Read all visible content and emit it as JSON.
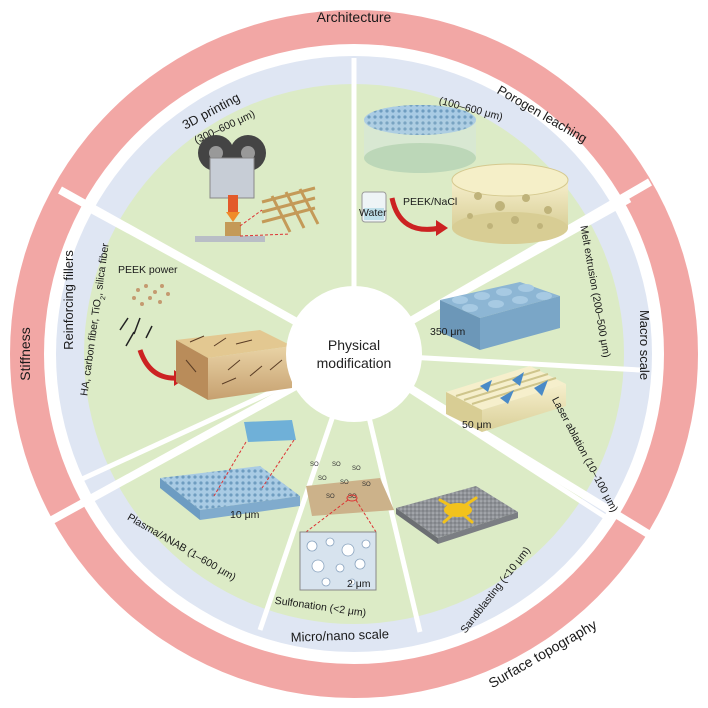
{
  "center": {
    "line1": "Physical",
    "line2": "modification"
  },
  "outer_ring": {
    "architecture": "Architecture",
    "stiffness": "Stiffness",
    "surface_topography": "Surface topography"
  },
  "middle_ring": {
    "reinforcing_fillers": "Reinforcing fillers",
    "macro_scale": "Macro scale",
    "micro_nano_scale": "Micro/nano scale"
  },
  "segments": {
    "printing_3d": "3D printing",
    "printing_3d_range": "(300–600 μm)",
    "porogen": "Porogen leaching",
    "porogen_range": "(100–600 μm)",
    "water": "Water",
    "peek_nacl": "PEEK/NaCl",
    "fillers_list": "HA, carbon fiber, TiO",
    "fillers_sub": "2",
    "fillers_rest": ", silica fiber",
    "peek_power": "PEEK power",
    "melt": "Melt extrusion (200–500 μm)",
    "melt_scale": "350 μm",
    "laser": "Laser ablation (10–100 μm)",
    "laser_scale": "50 μm",
    "sandblasting": "Sandblasting (<10 μm)",
    "sulfonation": "Sulfonation (<2 μm)",
    "sulfo_scale": "2 μm",
    "so3h": "SO",
    "plasma": "Plasma/ANAB (1–600 μm)",
    "plasma_scale": "10 μm"
  },
  "colors": {
    "outer_ring": "#f2a7a5",
    "middle_ring": "#dfe6f3",
    "sector_fill": "#dcebc6",
    "center": "#ffffff"
  }
}
